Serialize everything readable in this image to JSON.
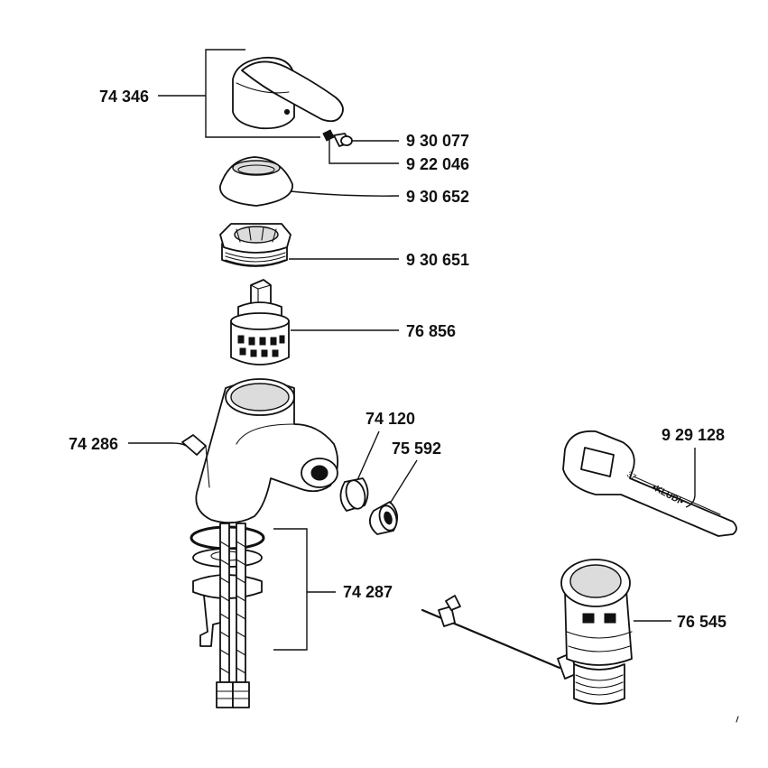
{
  "diagram": {
    "part_numbers": {
      "handle": "74 346",
      "screw": "9 30 077",
      "cap_plug": "9 22 046",
      "cover_rosette": "9 30 652",
      "threaded_ring": "9 30 651",
      "cartridge": "76 856",
      "body_connector": "74 286",
      "flow_ring": "74 120",
      "aerator": "75 592",
      "mounting_set": "74 287",
      "spanner": "9 29 128",
      "pop_up_waste": "76 545"
    },
    "spanner_marking": {
      "size": "37",
      "brand": "•KLUDI•"
    }
  }
}
